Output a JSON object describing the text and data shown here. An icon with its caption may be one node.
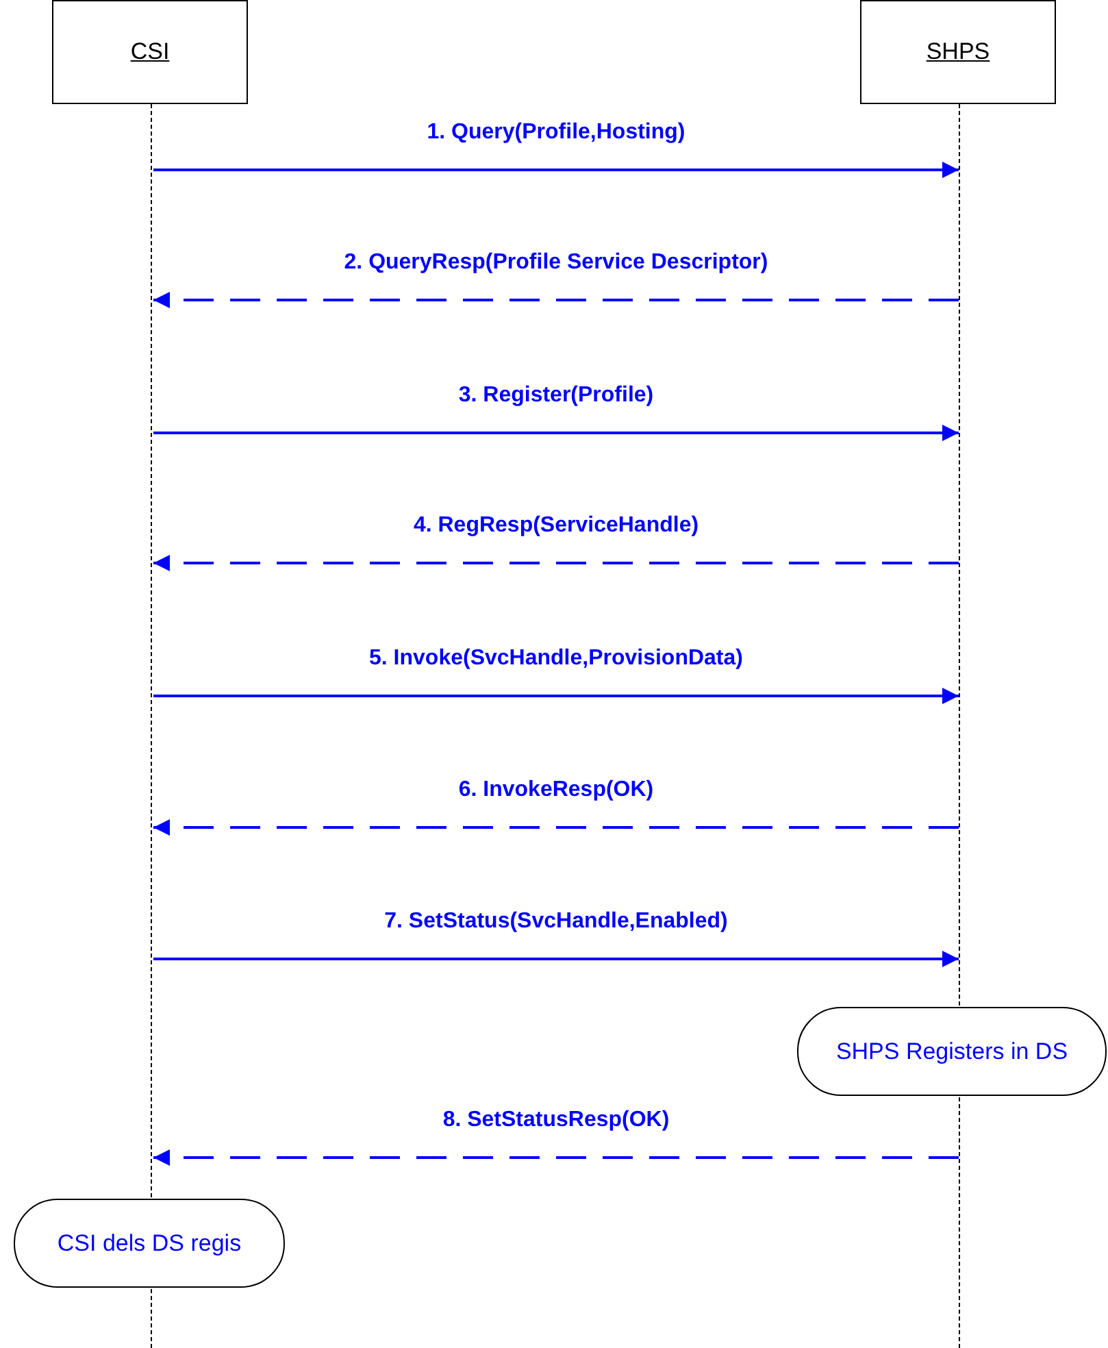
{
  "diagram": {
    "nodes": [
      {
        "text": [
          "CSI"
        ]
      },
      {
        "text": [
          "SHPS"
        ]
      },
      {
        "text": [],
        "shape": "bar"
      },
      {
        "text": [],
        "shape": "bar"
      },
      {
        "text": [
          "SHPS Registers in DS"
        ]
      },
      {
        "text": [
          "CSI dels DS regis"
        ]
      }
    ],
    "edges": [
      {
        "from": 2,
        "to": 3,
        "arrow": "to",
        "label": "1. Query(Profile,Hosting)"
      },
      {
        "from": 3,
        "to": 2,
        "arrow": "to",
        "label": "2. QueryResp(Profile Service Descriptor)",
        "style": "dashed"
      },
      {
        "from": 2,
        "to": 3,
        "arrow": "to",
        "label": "3. Register(Profile)"
      },
      {
        "from": 3,
        "to": 2,
        "arrow": "to",
        "label": "4. RegResp(ServiceHandle)",
        "style": "dashed"
      },
      {
        "from": 2,
        "to": 3,
        "arrow": "to",
        "label": "5. Invoke(SvcHandle,ProvisionData)"
      },
      {
        "from": 3,
        "to": 2,
        "arrow": "to",
        "label": "6. InvokeResp(OK)",
        "style": "dashed"
      },
      {
        "from": 2,
        "to": 3,
        "arrow": "to",
        "label": "7. SetStatus(SvcHandle,Enabled)"
      },
      {
        "from": 3,
        "to": 2,
        "arrow": "to",
        "label": "8. SetStatusResp(OK)",
        "style": "dashed"
      }
    ]
  }
}
